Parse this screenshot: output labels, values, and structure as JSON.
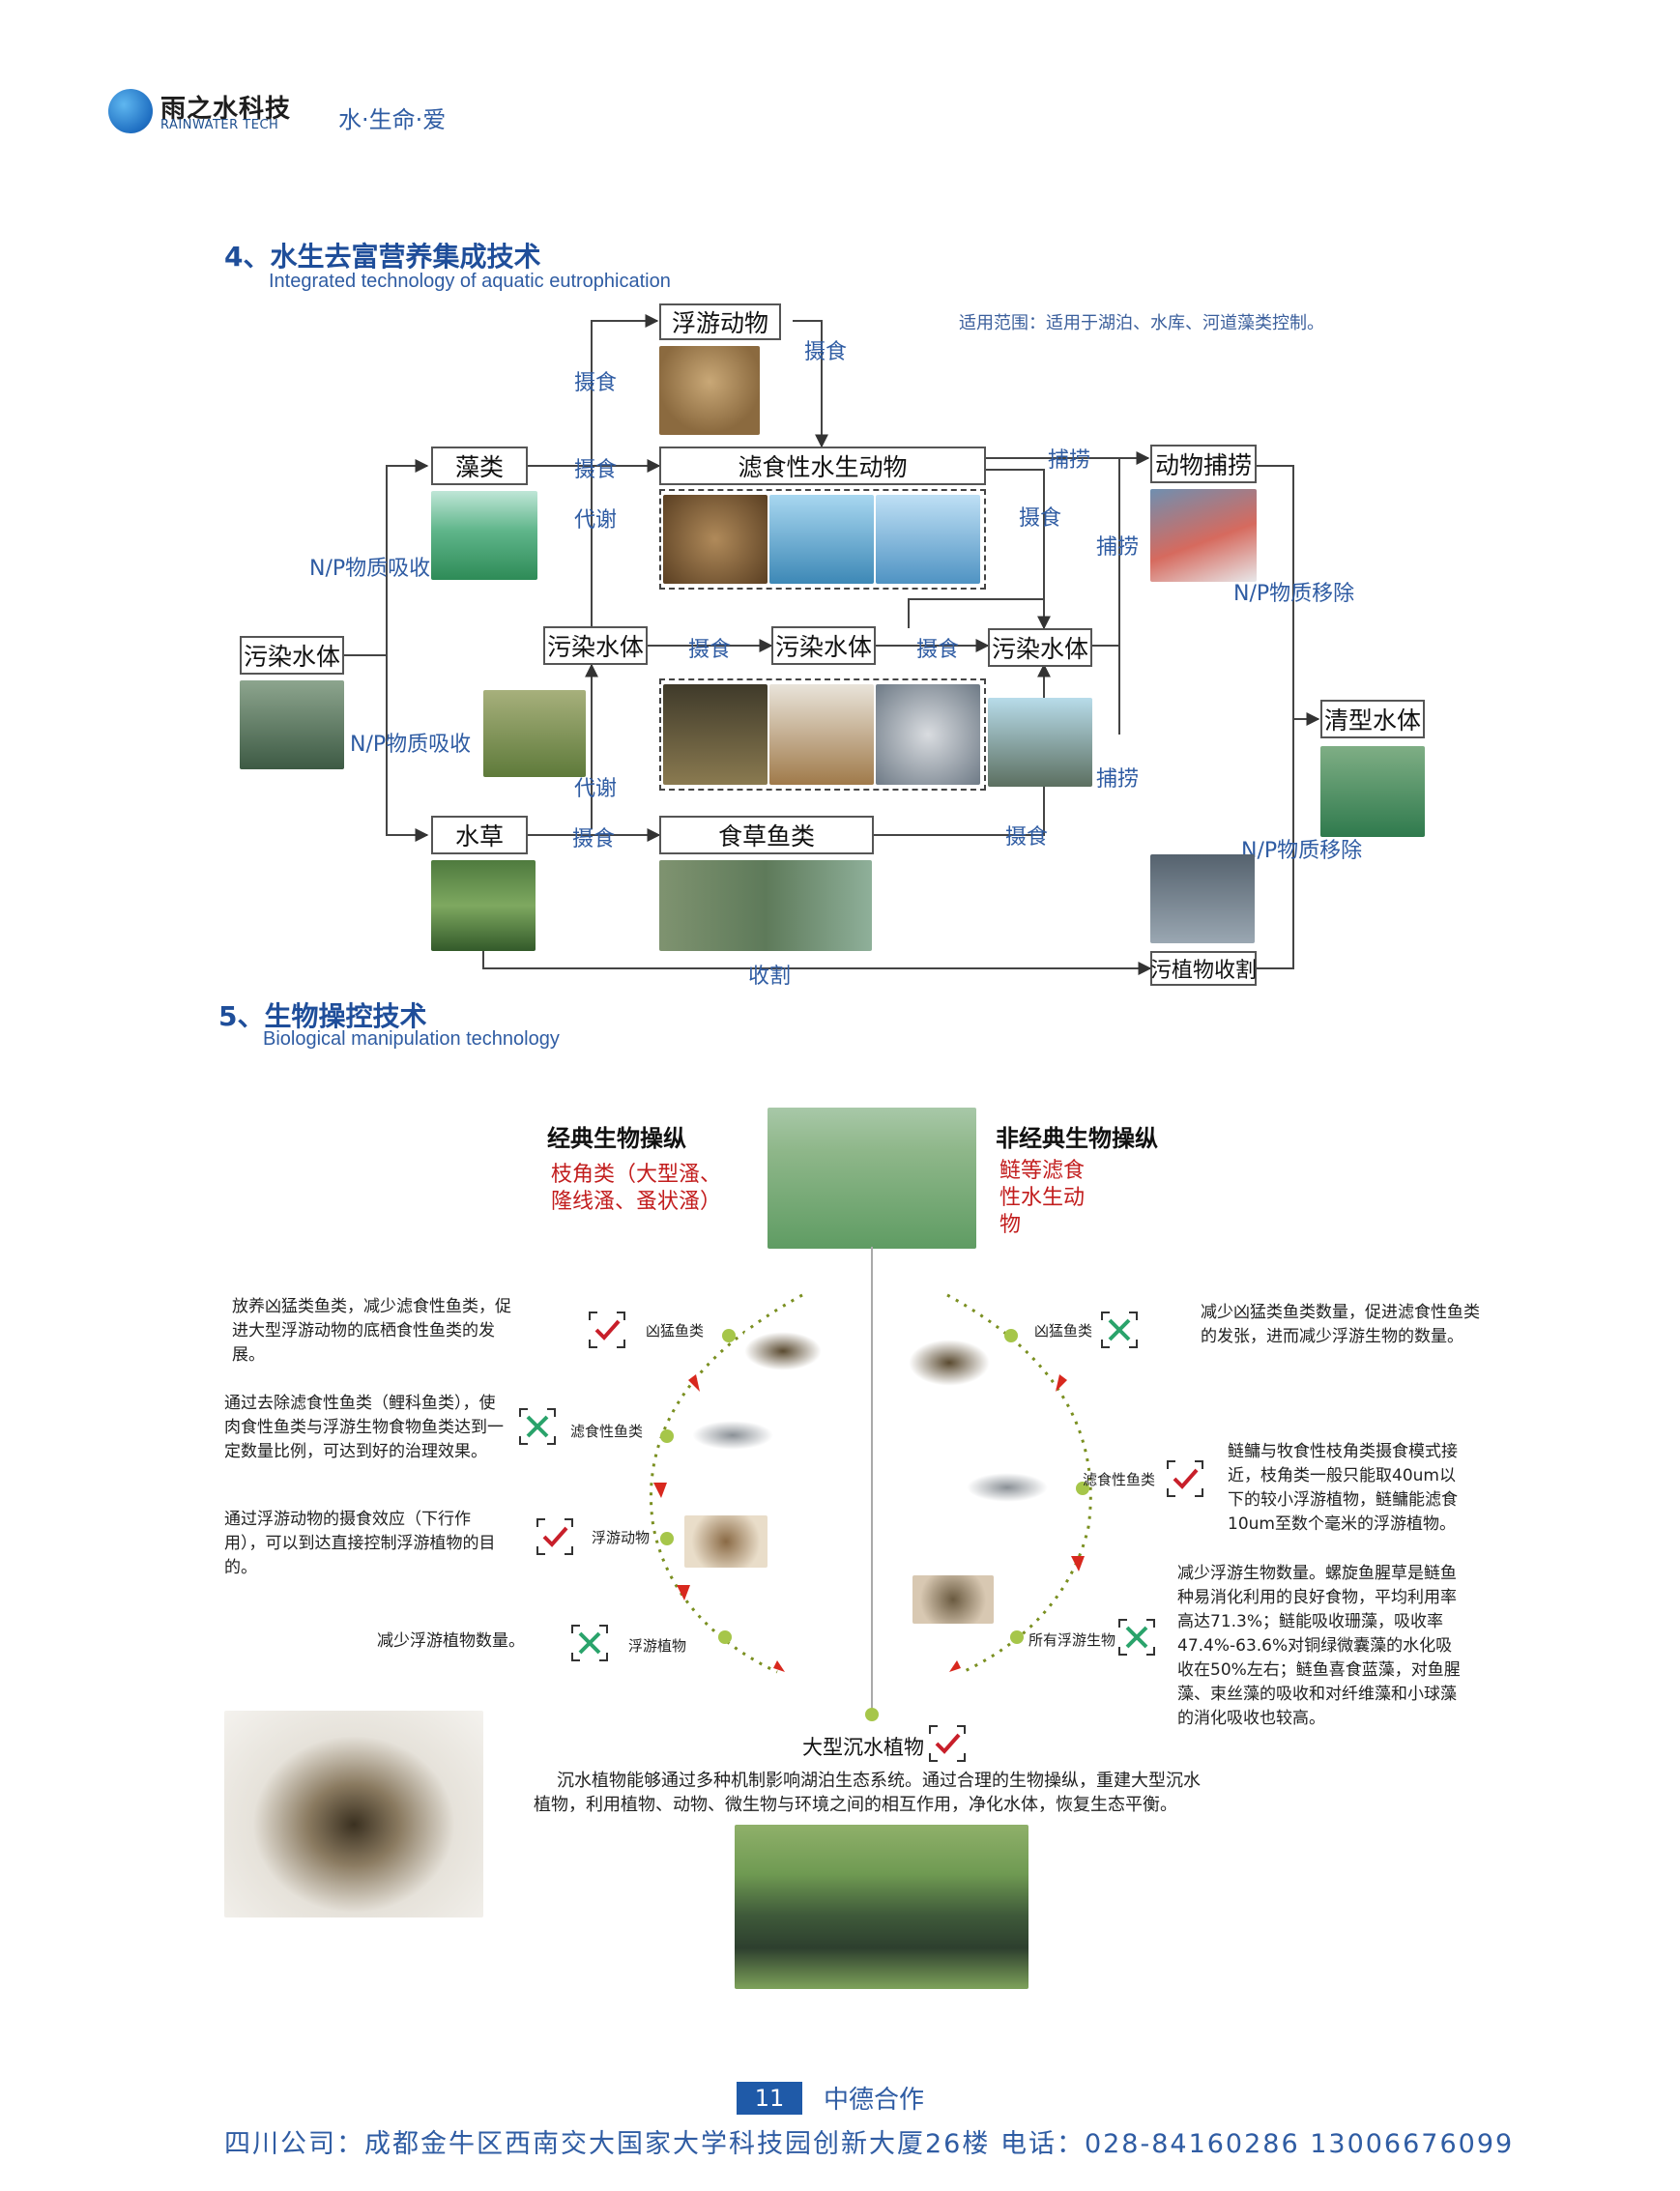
{
  "header": {
    "brand_cn": "雨之水科技",
    "brand_en": "RAINWATER TECH",
    "slogan": "水·生命·爱"
  },
  "section4": {
    "title": "4、水生去富营养集成技术",
    "subtitle": "Integrated technology of aquatic eutrophication",
    "scope": "适用范围：适用于湖泊、水库、河道藻类控制。",
    "boxes": {
      "zooplankton": "浮游动物",
      "algae": "藻类",
      "filter_feeders": "滤食性水生动物",
      "animal_fishing": "动物捕捞",
      "polluted_left": "污染水体",
      "polluted_mid1": "污染水体",
      "polluted_mid2": "污染水体",
      "polluted_mid3": "污染水体",
      "clean_water": "清型水体",
      "aquatic_plants": "水草",
      "herbivorous_fish": "食草鱼类",
      "plant_harvest": "污植物收割"
    },
    "labels": {
      "feed": "摄食",
      "metabolism": "代谢",
      "fishing": "捕捞",
      "np_absorb": "N/P物质吸收",
      "np_remove": "N/P物质移除",
      "harvest": "收割"
    }
  },
  "section5": {
    "title": "5、生物操控技术",
    "subtitle": "Biological manipulation technology",
    "classic_title": "经典生物操纵",
    "classic_red": [
      "枝角类（大型溞、",
      "隆线溞、蚤状溞）"
    ],
    "nonclassic_title": "非经典生物操纵",
    "nonclassic_red": [
      "鲢等滤食",
      "性水生动",
      "物"
    ],
    "left_notes": [
      "放养凶猛类鱼类，减少滤食性鱼类，促进大型浮游动物的底栖食性鱼类的发展。",
      "通过去除滤食性鱼类（鲤科鱼类），使肉食性鱼类与浮游生物食物鱼类达到一定数量比例，可达到好的治理效果。",
      "通过浮游动物的摄食效应（下行作用），可以到达直接控制浮游植物的目的。",
      "减少浮游植物数量。"
    ],
    "left_items": [
      "凶猛鱼类",
      "滤食性鱼类",
      "浮游动物",
      "浮游植物"
    ],
    "right_items": [
      "凶猛鱼类",
      "滤食性鱼类",
      "所有浮游生物"
    ],
    "right_notes": [
      "减少凶猛类鱼类数量，促进滤食性鱼类的发张，进而减少浮游生物的数量。",
      "鲢鳙与牧食性枝角类摄食模式接近，枝角类一般只能取40um以下的较小浮游植物，鲢鳙能滤食10um至数个毫米的浮游植物。",
      "减少浮游生物数量。螺旋鱼腥草是鲢鱼种易消化利用的良好食物，平均利用率高达71.3%；鲢能吸收珊藻，吸收率47.4%-63.6%对铜绿微囊藻的水化吸收在50%左右；鲢鱼喜食蓝藻，对鱼腥藻、束丝藻的吸收和对纤维藻和小球藻的消化吸收也较高。"
    ],
    "bottom_label": "大型沉水植物",
    "bottom_note": "沉水植物能够通过多种机制影响湖泊生态系统。通过合理的生物操纵，重建大型沉水植物，利用植物、动物、微生物与环境之间的相互作用，净化水体，恢复生态平衡。"
  },
  "footer": {
    "page": "11",
    "tag": "中德合作",
    "address": "四川公司：成都金牛区西南交大国家大学科技园创新大厦26楼    电话：028-84160286  13006676099"
  },
  "colors": {
    "brand_blue": "#1f4e9a",
    "label_blue": "#2f5ca3",
    "red": "#c21d1d",
    "check_red": "#c81f2a",
    "cross_green": "#2aa36b"
  }
}
